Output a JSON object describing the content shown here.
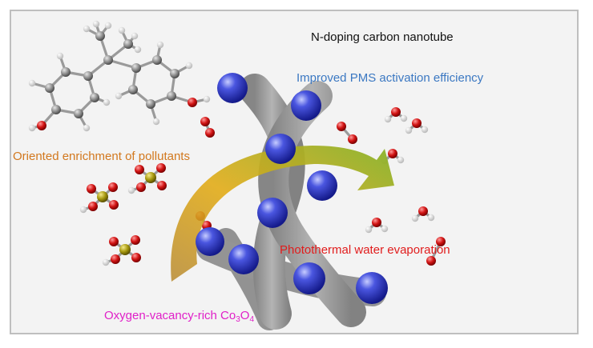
{
  "labels": {
    "cnt": "N-doping carbon nanotube",
    "pms": "Improved PMS activation efficiency",
    "enrichment": "Oriented enrichment of pollutants",
    "photothermal": "Photothermal water evaporation",
    "co3o4_prefix": "Oxygen-vacancy-rich Co",
    "co3o4_sub1": "3",
    "co3o4_mid": "O",
    "co3o4_sub2": "4"
  },
  "colors": {
    "background": "#f3f3f3",
    "tube": "#8c8c8c",
    "sphere": "#3340c8",
    "arrow_start": "#c8902a",
    "arrow_end": "#8ab22a",
    "carbon_atom": "#8a8a8a",
    "hydrogen_atom": "#ffffff",
    "oxygen_atom": "#d21414",
    "sulfur_atom": "#a89a10",
    "pms_text": "#3b78c2",
    "enrichment_text": "#d2781e",
    "photothermal_text": "#e11c1c",
    "co3o4_text": "#e020c8"
  }
}
